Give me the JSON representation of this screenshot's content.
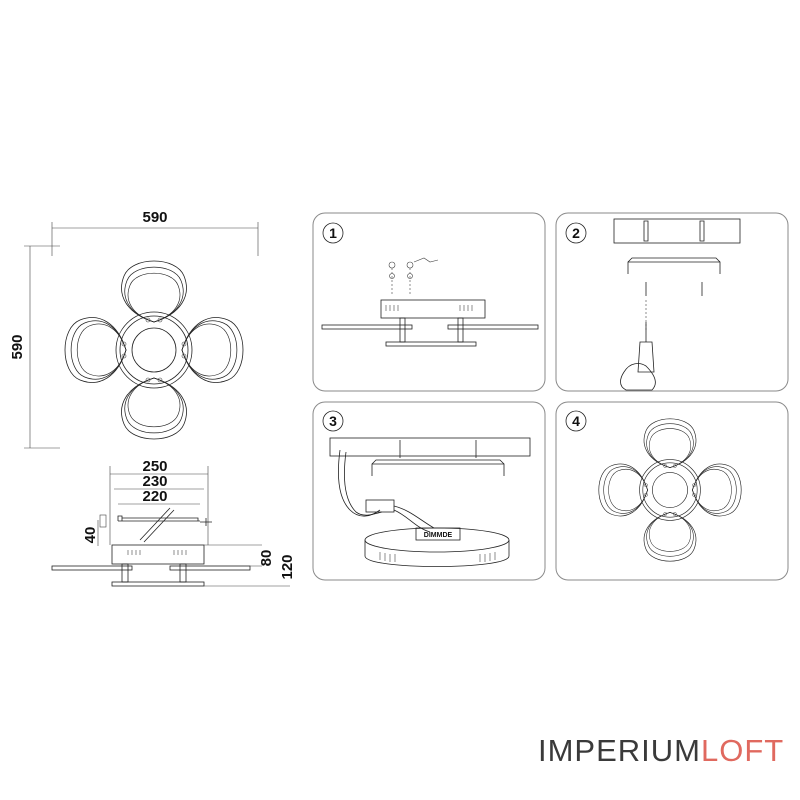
{
  "dimensions": {
    "width": "590",
    "height": "590",
    "bracket_250": "250",
    "bracket_230": "230",
    "bracket_220": "220",
    "depth_40": "40",
    "body_80": "80",
    "total_120": "120"
  },
  "steps": [
    {
      "number": "1"
    },
    {
      "number": "2"
    },
    {
      "number": "3",
      "driver_label": "DIMMDE"
    },
    {
      "number": "4"
    }
  ],
  "brand": {
    "part1": "IMPERIUM",
    "part2": "LOFT",
    "accent_color": "#e0695f",
    "main_color": "#3a3a3a"
  }
}
